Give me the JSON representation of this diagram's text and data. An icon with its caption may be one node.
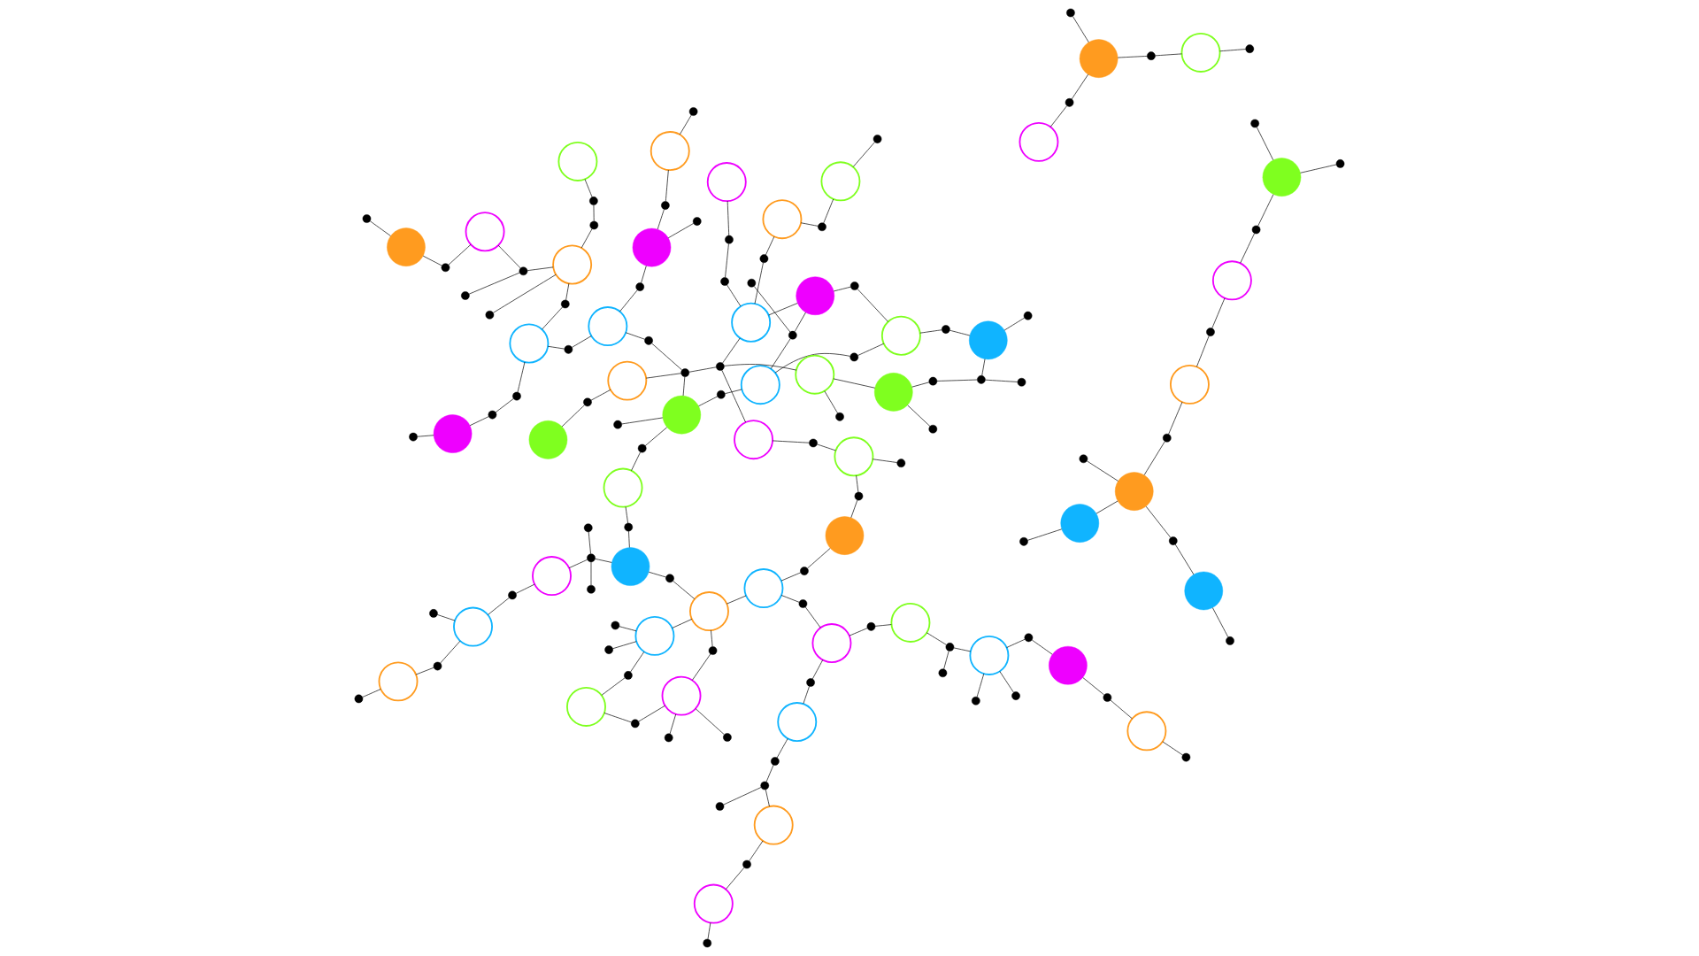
{
  "diagram": {
    "nodes": [
      {
        "text": [],
        "shape": "dot"
      },
      {
        "text": [],
        "shape": "dot"
      },
      {
        "text": [],
        "shape": "dot"
      },
      {
        "text": [],
        "shape": "dot"
      },
      {
        "text": [],
        "shape": "dot"
      },
      {
        "text": [],
        "shape": "dot"
      },
      {
        "text": [],
        "shape": "dot"
      },
      {
        "text": [],
        "shape": "circle"
      },
      {
        "text": [],
        "shape": "dot"
      },
      {
        "text": [],
        "shape": "dot"
      },
      {
        "text": [],
        "shape": "dot"
      },
      {
        "text": [],
        "shape": "dot"
      },
      {
        "text": [],
        "shape": "dot"
      },
      {
        "text": [],
        "shape": "circle"
      },
      {
        "text": [],
        "shape": "dot"
      },
      {
        "text": [],
        "shape": "circle"
      },
      {
        "text": [],
        "shape": "dot"
      },
      {
        "text": [],
        "shape": "dot"
      },
      {
        "text": [],
        "shape": "dot"
      },
      {
        "text": [],
        "shape": "circle"
      },
      {
        "text": [],
        "shape": "circle"
      },
      {
        "text": [],
        "shape": "circle"
      },
      {
        "text": [],
        "shape": "dot"
      },
      {
        "text": [],
        "shape": "dot"
      },
      {
        "text": [],
        "shape": "dot"
      },
      {
        "text": [],
        "shape": "dot"
      },
      {
        "text": [],
        "shape": "circle"
      },
      {
        "text": [],
        "shape": "circle"
      },
      {
        "text": [],
        "shape": "dot"
      },
      {
        "text": [],
        "shape": "circle"
      },
      {
        "text": [],
        "shape": "dot"
      },
      {
        "text": [],
        "shape": "dot"
      },
      {
        "text": [],
        "shape": "circle"
      },
      {
        "text": [],
        "shape": "dot"
      },
      {
        "text": [],
        "shape": "dot"
      },
      {
        "text": [],
        "shape": "dot"
      },
      {
        "text": [],
        "shape": "circle"
      },
      {
        "text": [],
        "shape": "dot"
      },
      {
        "text": [],
        "shape": "circle"
      },
      {
        "text": [],
        "shape": "dot"
      },
      {
        "text": [],
        "shape": "dot"
      },
      {
        "text": [],
        "shape": "circle"
      },
      {
        "text": [],
        "shape": "circle"
      },
      {
        "text": [],
        "shape": "dot"
      },
      {
        "text": [],
        "shape": "circle"
      },
      {
        "text": [],
        "shape": "dot"
      },
      {
        "text": [],
        "shape": "dot"
      },
      {
        "text": [],
        "shape": "dot"
      },
      {
        "text": [],
        "shape": "dot"
      },
      {
        "text": [],
        "shape": "circle"
      },
      {
        "text": [],
        "shape": "circle"
      },
      {
        "text": [],
        "shape": "dot"
      },
      {
        "text": [],
        "shape": "dot"
      },
      {
        "text": [],
        "shape": "dot"
      },
      {
        "text": [],
        "shape": "circle"
      },
      {
        "text": [],
        "shape": "dot"
      },
      {
        "text": [],
        "shape": "circle"
      },
      {
        "text": [],
        "shape": "dot"
      },
      {
        "text": [],
        "shape": "circle"
      },
      {
        "text": [],
        "shape": "circle"
      },
      {
        "text": [],
        "shape": "circle"
      },
      {
        "text": [],
        "shape": "dot"
      },
      {
        "text": [],
        "shape": "circle"
      },
      {
        "text": [],
        "shape": "dot"
      },
      {
        "text": [],
        "shape": "dot"
      },
      {
        "text": [],
        "shape": "dot"
      },
      {
        "text": [],
        "shape": "dot"
      },
      {
        "text": [],
        "shape": "circle"
      },
      {
        "text": [],
        "shape": "circle"
      },
      {
        "text": [],
        "shape": "dot"
      },
      {
        "text": [],
        "shape": "dot"
      },
      {
        "text": [],
        "shape": "dot"
      },
      {
        "text": [],
        "shape": "dot"
      },
      {
        "text": [],
        "shape": "circle"
      },
      {
        "text": [],
        "shape": "circle"
      },
      {
        "text": [],
        "shape": "dot"
      },
      {
        "text": [],
        "shape": "circle"
      },
      {
        "text": [],
        "shape": "dot"
      },
      {
        "text": [],
        "shape": "circle"
      },
      {
        "text": [],
        "shape": "dot"
      },
      {
        "text": [],
        "shape": "dot"
      },
      {
        "text": [],
        "shape": "dot"
      },
      {
        "text": [],
        "shape": "circle"
      },
      {
        "text": [],
        "shape": "circle"
      },
      {
        "text": [],
        "shape": "circle"
      },
      {
        "text": [],
        "shape": "dot"
      },
      {
        "text": [],
        "shape": "dot"
      },
      {
        "text": [],
        "shape": "dot"
      },
      {
        "text": [],
        "shape": "dot"
      },
      {
        "text": [],
        "shape": "circle"
      },
      {
        "text": [],
        "shape": "circle"
      },
      {
        "text": [],
        "shape": "dot"
      },
      {
        "text": [],
        "shape": "dot"
      },
      {
        "text": [],
        "shape": "circle"
      },
      {
        "text": [],
        "shape": "dot"
      },
      {
        "text": [],
        "shape": "dot"
      },
      {
        "text": [],
        "shape": "dot"
      },
      {
        "text": [],
        "shape": "circle"
      },
      {
        "text": [],
        "shape": "circle"
      },
      {
        "text": [],
        "shape": "dot"
      },
      {
        "text": [],
        "shape": "circle"
      },
      {
        "text": [],
        "shape": "circle"
      },
      {
        "text": [],
        "shape": "dot"
      },
      {
        "text": [],
        "shape": "dot"
      },
      {
        "text": [],
        "shape": "dot"
      },
      {
        "text": [],
        "shape": "dot"
      },
      {
        "text": [],
        "shape": "circle"
      },
      {
        "text": [],
        "shape": "dot"
      },
      {
        "text": [],
        "shape": "dot"
      },
      {
        "text": [],
        "shape": "circle"
      },
      {
        "text": [],
        "shape": "circle"
      },
      {
        "text": [],
        "shape": "circle"
      },
      {
        "text": [],
        "shape": "dot"
      },
      {
        "text": [],
        "shape": "dot"
      },
      {
        "text": [],
        "shape": "circle"
      },
      {
        "text": [],
        "shape": "dot"
      },
      {
        "text": [],
        "shape": "dot"
      },
      {
        "text": [],
        "shape": "dot"
      },
      {
        "text": [],
        "shape": "circle"
      },
      {
        "text": [],
        "shape": "dot"
      },
      {
        "text": [],
        "shape": "dot"
      },
      {
        "text": [],
        "shape": "circle"
      },
      {
        "text": [],
        "shape": "circle"
      },
      {
        "text": [],
        "shape": "circle"
      },
      {
        "text": [],
        "shape": "dot"
      },
      {
        "text": [],
        "shape": "dot"
      },
      {
        "text": [],
        "shape": "dot"
      },
      {
        "text": [],
        "shape": "dot"
      },
      {
        "text": [],
        "shape": "dot"
      },
      {
        "text": [],
        "shape": "dot"
      },
      {
        "text": [],
        "shape": "circle"
      },
      {
        "text": [],
        "shape": "circle"
      },
      {
        "text": [],
        "shape": "circle"
      },
      {
        "text": [],
        "shape": "circle"
      },
      {
        "text": [],
        "shape": "dot"
      },
      {
        "text": [],
        "shape": "dot"
      },
      {
        "text": [],
        "shape": "dot"
      },
      {
        "text": [],
        "shape": "dot"
      },
      {
        "text": [],
        "shape": "dot"
      }
    ],
    "edges": [
      {
        "from": 0,
        "to": 13,
        "arrow": "none"
      },
      {
        "from": 13,
        "to": 17,
        "arrow": "none"
      },
      {
        "from": 17,
        "to": 20,
        "arrow": "none"
      },
      {
        "from": 5,
        "to": 24,
        "arrow": "none"
      },
      {
        "from": 24,
        "to": 27,
        "arrow": "none"
      },
      {
        "from": 23,
        "to": 27,
        "arrow": "none"
      },
      {
        "from": 13,
        "to": 11,
        "arrow": "none"
      },
      {
        "from": 11,
        "to": 7,
        "arrow": "none"
      },
      {
        "from": 7,
        "to": 6,
        "arrow": "none"
      },
      {
        "from": 4,
        "to": 12,
        "arrow": "none"
      },
      {
        "from": 12,
        "to": 44,
        "arrow": "none"
      },
      {
        "from": 44,
        "to": 62,
        "arrow": "none"
      },
      {
        "from": 62,
        "to": 87,
        "arrow": "none"
      },
      {
        "from": 87,
        "to": 96,
        "arrow": "none"
      },
      {
        "from": 96,
        "to": 105,
        "arrow": "none"
      },
      {
        "from": 105,
        "to": 110,
        "arrow": "none"
      },
      {
        "from": 24,
        "to": 69,
        "arrow": "none"
      },
      {
        "from": 69,
        "to": 74,
        "arrow": "none"
      },
      {
        "from": 12,
        "to": 42,
        "arrow": "none"
      },
      {
        "from": 42,
        "to": 46,
        "arrow": "none"
      },
      {
        "from": 46,
        "to": 49,
        "arrow": "none"
      },
      {
        "from": 27,
        "to": 31,
        "arrow": "none"
      },
      {
        "from": 31,
        "to": 32,
        "arrow": "none"
      },
      {
        "from": 32,
        "to": 37,
        "arrow": "none"
      },
      {
        "from": 37,
        "to": 42,
        "arrow": "none"
      },
      {
        "from": 44,
        "to": 40,
        "arrow": "none"
      },
      {
        "from": 40,
        "to": 32,
        "arrow": "none"
      },
      {
        "from": 45,
        "to": 83,
        "arrow": "none"
      },
      {
        "from": 83,
        "to": 87,
        "arrow": "none"
      },
      {
        "from": 87,
        "to": 93,
        "arrow": "none"
      },
      {
        "from": 52,
        "to": 58,
        "arrow": "none"
      },
      {
        "from": 58,
        "to": 64,
        "arrow": "none"
      },
      {
        "from": 64,
        "to": 67,
        "arrow": "none"
      },
      {
        "from": 67,
        "to": 65,
        "arrow": "none"
      },
      {
        "from": 65,
        "to": 62,
        "arrow": "none"
      },
      {
        "from": 62,
        "to": 61,
        "arrow": "none"
      },
      {
        "from": 61,
        "to": 63,
        "arrow": "none"
      },
      {
        "from": 63,
        "to": 60,
        "arrow": "none"
      },
      {
        "from": 74,
        "to": 83,
        "arrow": "none"
      },
      {
        "from": 70,
        "to": 74,
        "arrow": "none"
      },
      {
        "from": 49,
        "to": 48,
        "arrow": "none"
      },
      {
        "from": 49,
        "to": 96,
        "arrow": "none"
      },
      {
        "from": 96,
        "to": 100,
        "arrow": "none"
      },
      {
        "from": 100,
        "to": 103,
        "arrow": "none"
      },
      {
        "from": 103,
        "to": 106,
        "arrow": "none"
      },
      {
        "from": 122,
        "to": 127,
        "arrow": "none"
      },
      {
        "from": 127,
        "to": 131,
        "arrow": "none"
      },
      {
        "from": 131,
        "to": 135,
        "arrow": "none"
      },
      {
        "from": 125,
        "to": 122,
        "arrow": "none"
      },
      {
        "from": 117,
        "to": 122,
        "arrow": "none"
      },
      {
        "from": 110,
        "to": 117,
        "arrow": "none"
      },
      {
        "from": 110,
        "to": 115,
        "arrow": "none"
      },
      {
        "from": 115,
        "to": 118,
        "arrow": "none"
      },
      {
        "from": 118,
        "to": 119,
        "arrow": "none"
      },
      {
        "from": 119,
        "to": 124,
        "arrow": "none"
      },
      {
        "from": 124,
        "to": 130,
        "arrow": "none"
      },
      {
        "from": 130,
        "to": 138,
        "arrow": "none"
      },
      {
        "from": 118,
        "to": 113,
        "arrow": "none"
      },
      {
        "from": 113,
        "to": 109,
        "arrow": "none"
      },
      {
        "from": 109,
        "to": 108,
        "arrow": "none"
      },
      {
        "from": 102,
        "to": 104,
        "arrow": "none"
      },
      {
        "from": 104,
        "to": 109,
        "arrow": "none"
      },
      {
        "from": 109,
        "to": 116,
        "arrow": "none"
      },
      {
        "from": 116,
        "to": 121,
        "arrow": "none"
      },
      {
        "from": 121,
        "to": 126,
        "arrow": "none"
      },
      {
        "from": 126,
        "to": 132,
        "arrow": "none"
      },
      {
        "from": 132,
        "to": 136,
        "arrow": "none"
      },
      {
        "from": 116,
        "to": 134,
        "arrow": "none"
      },
      {
        "from": 93,
        "to": 92,
        "arrow": "none"
      },
      {
        "from": 92,
        "to": 90,
        "arrow": "none"
      },
      {
        "from": 90,
        "to": 71,
        "arrow": "none"
      },
      {
        "from": 84,
        "to": 88,
        "arrow": "none"
      },
      {
        "from": 88,
        "to": 90,
        "arrow": "none"
      },
      {
        "from": 102,
        "to": 98,
        "arrow": "none"
      },
      {
        "from": 84,
        "to": 79,
        "arrow": "none"
      },
      {
        "from": 79,
        "to": 73,
        "arrow": "none"
      },
      {
        "from": 73,
        "to": 38,
        "arrow": "none"
      },
      {
        "from": 38,
        "to": 19,
        "arrow": "none"
      },
      {
        "from": 19,
        "to": 10,
        "arrow": "none"
      },
      {
        "from": 73,
        "to": 75,
        "arrow": "none"
      },
      {
        "from": 75,
        "to": 76,
        "arrow": "none"
      },
      {
        "from": 76,
        "to": 77,
        "arrow": "none"
      },
      {
        "from": 77,
        "to": 78,
        "arrow": "none"
      },
      {
        "from": 78,
        "to": 80,
        "arrow": "none"
      },
      {
        "from": 80,
        "to": 81,
        "arrow": "none"
      },
      {
        "from": 81,
        "to": 82,
        "arrow": "none"
      },
      {
        "from": 82,
        "to": 86,
        "arrow": "none"
      },
      {
        "from": 86,
        "to": 89,
        "arrow": "none"
      },
      {
        "from": 89,
        "to": 95,
        "arrow": "none"
      },
      {
        "from": 81,
        "to": 85,
        "arrow": "none"
      },
      {
        "from": 76,
        "to": 72,
        "arrow": "none"
      },
      {
        "from": 72,
        "to": 68,
        "arrow": "none"
      },
      {
        "from": 68,
        "to": 66,
        "arrow": "none"
      },
      {
        "from": 66,
        "to": 59,
        "arrow": "none"
      },
      {
        "from": 59,
        "to": 43,
        "arrow": "none"
      },
      {
        "from": 16,
        "to": 59,
        "arrow": "none"
      },
      {
        "from": 59,
        "to": 57,
        "arrow": "none"
      },
      {
        "from": 57,
        "to": 56,
        "arrow": "none"
      },
      {
        "from": 56,
        "to": 55,
        "arrow": "none"
      },
      {
        "from": 55,
        "to": 54,
        "arrow": "none"
      },
      {
        "from": 54,
        "to": 53,
        "arrow": "none"
      },
      {
        "from": 1,
        "to": 21,
        "arrow": "none"
      },
      {
        "from": 21,
        "to": 25,
        "arrow": "none"
      },
      {
        "from": 25,
        "to": 29,
        "arrow": "none"
      },
      {
        "from": 29,
        "to": 34,
        "arrow": "none"
      },
      {
        "from": 34,
        "to": 41,
        "arrow": "none"
      },
      {
        "from": 41,
        "to": 47,
        "arrow": "none"
      },
      {
        "from": 47,
        "to": 50,
        "arrow": "none"
      },
      {
        "from": 50,
        "to": 51,
        "arrow": "none"
      },
      {
        "from": 51,
        "to": 49,
        "arrow": "none"
      },
      {
        "from": 9,
        "to": 34,
        "arrow": "none"
      },
      {
        "from": 28,
        "to": 34,
        "arrow": "none"
      },
      {
        "from": 21,
        "to": 18,
        "arrow": "none"
      },
      {
        "from": 18,
        "to": 15,
        "arrow": "none"
      },
      {
        "from": 15,
        "to": 8,
        "arrow": "none"
      },
      {
        "from": 3,
        "to": 66,
        "arrow": "none"
      },
      {
        "from": 41,
        "to": 39,
        "arrow": "none"
      },
      {
        "from": 39,
        "to": 38,
        "arrow": "none"
      },
      {
        "from": 38,
        "to": 35,
        "arrow": "none"
      },
      {
        "from": 35,
        "to": 36,
        "arrow": "none"
      },
      {
        "from": 36,
        "to": 33,
        "arrow": "none"
      },
      {
        "from": 2,
        "to": 19,
        "arrow": "none"
      },
      {
        "from": 19,
        "to": 22,
        "arrow": "none"
      },
      {
        "from": 22,
        "to": 26,
        "arrow": "none"
      },
      {
        "from": 26,
        "to": 30,
        "arrow": "none"
      },
      {
        "from": 30,
        "to": 36,
        "arrow": "none"
      },
      {
        "from": 36,
        "to": 14,
        "arrow": "none"
      },
      {
        "from": 111,
        "to": 112,
        "arrow": "none"
      },
      {
        "from": 97,
        "to": 94,
        "arrow": "none"
      },
      {
        "from": 101,
        "to": 99,
        "arrow": "none"
      },
      {
        "from": 99,
        "to": 97,
        "arrow": "none"
      },
      {
        "from": 91,
        "to": 101,
        "arrow": "none"
      },
      {
        "from": 101,
        "to": 111,
        "arrow": "none"
      },
      {
        "from": 101,
        "to": 107,
        "arrow": "none"
      },
      {
        "from": 107,
        "to": 114,
        "arrow": "none"
      },
      {
        "from": 114,
        "to": 120,
        "arrow": "none"
      },
      {
        "from": 120,
        "to": 123,
        "arrow": "none"
      },
      {
        "from": 123,
        "to": 128,
        "arrow": "none"
      },
      {
        "from": 128,
        "to": 133,
        "arrow": "none"
      },
      {
        "from": 133,
        "to": 137,
        "arrow": "none"
      },
      {
        "from": 129,
        "to": 133,
        "arrow": "none"
      }
    ]
  }
}
